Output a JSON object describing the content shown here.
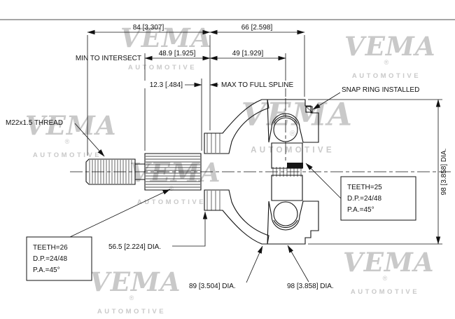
{
  "watermark": {
    "brand": "VEMA",
    "reg": "®",
    "sub": "AUTOMOTIVE"
  },
  "dims": {
    "d84": "84 [3.307]",
    "d66": "66 [2.598]",
    "min_intersect": "MIN TO INTERSECT",
    "d489": "48.9 [1.925]",
    "d49": "49 [1.929]",
    "d123": "12.3 [.484]",
    "max_spline": "MAX TO FULL SPLINE",
    "snap_ring": "SNAP RING INSTALLED",
    "thread": "M22x1.5 THREAD",
    "dia98_side": "98 [3.858] DIA.",
    "dia565": "56.5 [2.224] DIA.",
    "dia89": "89 [3.504] DIA.",
    "dia98_bottom": "98 [3.858] DIA."
  },
  "spec_outer_race": {
    "teeth": "TEETH=25",
    "dp": "D.P.=24/48",
    "pa": "P.A.=45°"
  },
  "spec_shaft": {
    "teeth": "TEETH=26",
    "dp": "D.P.=24/48",
    "pa": "P.A.=45°"
  }
}
